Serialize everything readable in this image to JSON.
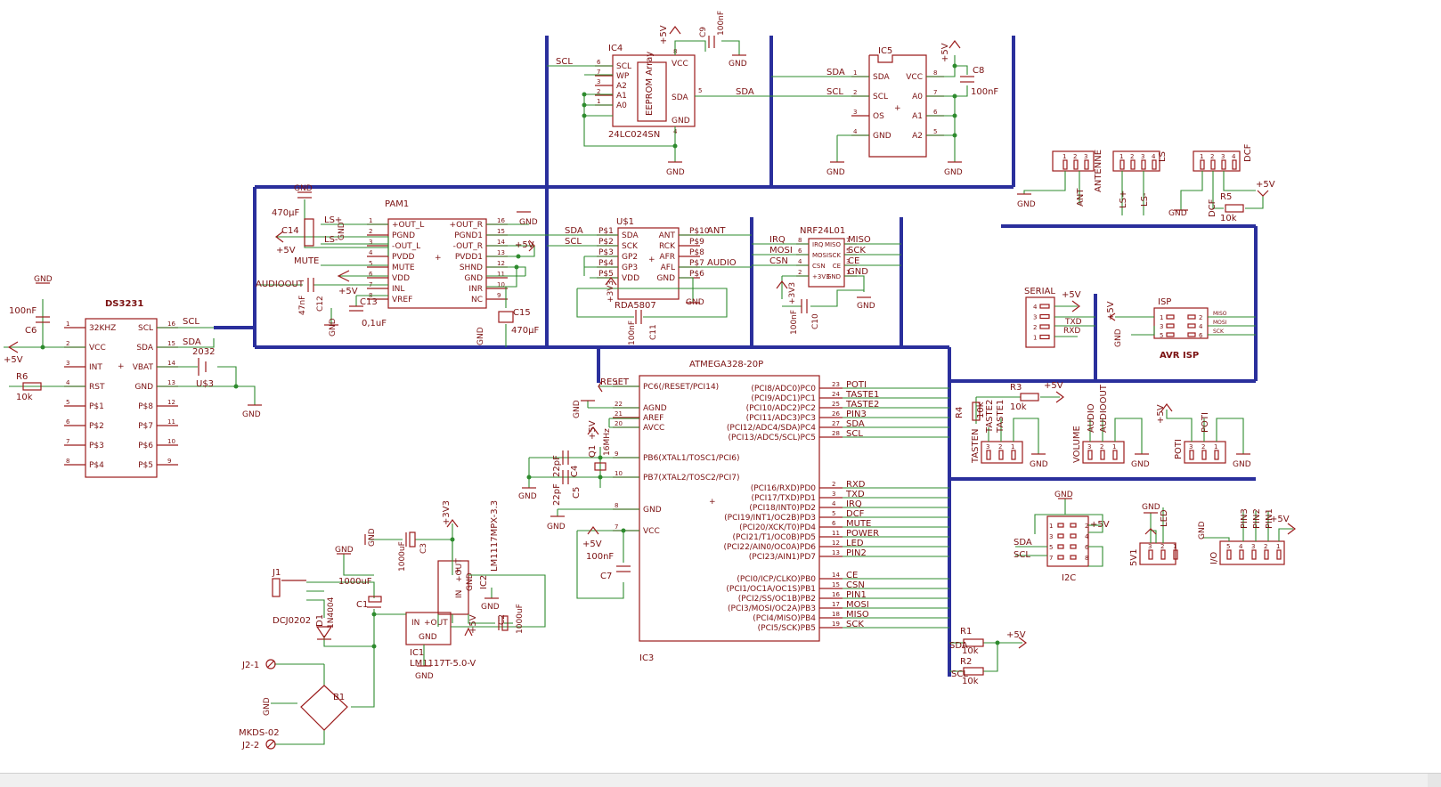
{
  "chips": {
    "ds3231": {
      "name": "DS3231",
      "left_pins": [
        {
          "n": "1",
          "l": "32KHZ"
        },
        {
          "n": "2",
          "l": "VCC"
        },
        {
          "n": "3",
          "l": "INT"
        },
        {
          "n": "4",
          "l": "RST"
        },
        {
          "n": "5",
          "l": "P$1"
        },
        {
          "n": "6",
          "l": "P$2"
        },
        {
          "n": "7",
          "l": "P$3"
        },
        {
          "n": "8",
          "l": "P$4"
        }
      ],
      "right_pins": [
        {
          "n": "16",
          "l": "SCL"
        },
        {
          "n": "15",
          "l": "SDA"
        },
        {
          "n": "14",
          "l": "VBAT"
        },
        {
          "n": "13",
          "l": "GND"
        },
        {
          "n": "12",
          "l": "P$8"
        },
        {
          "n": "11",
          "l": "P$7"
        },
        {
          "n": "10",
          "l": "P$6"
        },
        {
          "n": "9",
          "l": "P$5"
        }
      ]
    },
    "pam": {
      "name": "PAM1",
      "left_pins": [
        {
          "n": "1",
          "l": "+OUT_L"
        },
        {
          "n": "2",
          "l": "PGND"
        },
        {
          "n": "3",
          "l": "-OUT_L"
        },
        {
          "n": "4",
          "l": "PVDD"
        },
        {
          "n": "5",
          "l": "MUTE"
        },
        {
          "n": "6",
          "l": "VDD"
        },
        {
          "n": "7",
          "l": "INL"
        },
        {
          "n": "8",
          "l": "VREF"
        }
      ],
      "right_pins": [
        {
          "n": "16",
          "l": "+OUT_R"
        },
        {
          "n": "15",
          "l": "PGND1"
        },
        {
          "n": "14",
          "l": "-OUT_R"
        },
        {
          "n": "13",
          "l": "PVDD1"
        },
        {
          "n": "12",
          "l": "SHND"
        },
        {
          "n": "11",
          "l": "GND"
        },
        {
          "n": "10",
          "l": "INR"
        },
        {
          "n": "9",
          "l": "NC"
        }
      ]
    },
    "ic4": {
      "name": "IC4",
      "part": "24LC024SN",
      "inner": "EEPROM Array",
      "left_pins": [
        {
          "n": "6",
          "l": "SCL"
        },
        {
          "n": "7",
          "l": "WP"
        },
        {
          "n": "3",
          "l": "A2"
        },
        {
          "n": "2",
          "l": "A1"
        },
        {
          "n": "1",
          "l": "A0"
        }
      ],
      "vcc": "VCC",
      "sda": "SDA",
      "gnd": "GND",
      "vcc_pin": "8",
      "sda_pin": "5",
      "gnd_pin": "4"
    },
    "ic5": {
      "name": "IC5",
      "left_pins": [
        {
          "n": "1",
          "l": "SDA"
        },
        {
          "n": "2",
          "l": "SCL"
        },
        {
          "n": "3",
          "l": "OS"
        },
        {
          "n": "4",
          "l": "GND"
        }
      ],
      "right_pins": [
        {
          "n": "8",
          "l": "VCC"
        },
        {
          "n": "7",
          "l": "A0"
        },
        {
          "n": "6",
          "l": "A1"
        },
        {
          "n": "5",
          "l": "A2"
        }
      ]
    },
    "rda": {
      "name": "U$1",
      "part": "RDA5807",
      "left_pins": [
        {
          "n": "P$1",
          "l": "SDA"
        },
        {
          "n": "P$2",
          "l": "SCK"
        },
        {
          "n": "P$3",
          "l": "GP2"
        },
        {
          "n": "P$4",
          "l": "GP3"
        },
        {
          "n": "P$5",
          "l": "VDD"
        }
      ],
      "right_pins": [
        {
          "n": "P$10",
          "l": "ANT"
        },
        {
          "n": "P$9",
          "l": "RCK"
        },
        {
          "n": "P$8",
          "l": "AFR"
        },
        {
          "n": "P$7",
          "l": "AFL"
        },
        {
          "n": "P$6",
          "l": "GND"
        }
      ]
    },
    "nrf": {
      "name": "NRF24L01",
      "left": [
        {
          "n": "8",
          "l": "IRQ"
        },
        {
          "n": "6",
          "l": "MOSI"
        },
        {
          "n": "4",
          "l": "CSN"
        },
        {
          "n": "2",
          "l": "+3V3"
        }
      ],
      "right": [
        {
          "n": "7",
          "l": "MISO"
        },
        {
          "n": "5",
          "l": "SCK"
        },
        {
          "n": "3",
          "l": "CE"
        },
        {
          "n": "1",
          "l": "GND"
        }
      ]
    },
    "atmega": {
      "name": "ATMEGA328-20P",
      "ref": "IC3",
      "left_pins": [
        {
          "n": "1",
          "l": "PC6(/RESET/PCI14)"
        },
        {
          "n": "22",
          "l": "AGND"
        },
        {
          "n": "21",
          "l": "AREF"
        },
        {
          "n": "20",
          "l": "AVCC"
        },
        {
          "n": "9",
          "l": "PB6(XTAL1/TOSC1/PCI6)"
        },
        {
          "n": "10",
          "l": "PB7(XTAL2/TOSC2/PCI7)"
        },
        {
          "n": "8",
          "l": "GND"
        },
        {
          "n": "7",
          "l": "VCC"
        }
      ],
      "right_pins": [
        {
          "n": "23",
          "l": "(PCI8/ADC0)PC0",
          "net": "POTI"
        },
        {
          "n": "24",
          "l": "(PCI9/ADC1)PC1",
          "net": "TASTE1"
        },
        {
          "n": "25",
          "l": "(PCI10/ADC2)PC2",
          "net": "TASTE2"
        },
        {
          "n": "26",
          "l": "(PCI11/ADC3)PC3",
          "net": "PIN3"
        },
        {
          "n": "27",
          "l": "(PCI12/ADC4/SDA)PC4",
          "net": "SDA"
        },
        {
          "n": "28",
          "l": "(PCI13/ADC5/SCL)PC5",
          "net": "SCL"
        },
        {
          "n": "2",
          "l": "(PCI16/RXD)PD0",
          "net": "RXD"
        },
        {
          "n": "3",
          "l": "(PCI17/TXD)PD1",
          "net": "TXD"
        },
        {
          "n": "4",
          "l": "(PCI18/INT0)PD2",
          "net": "IRQ"
        },
        {
          "n": "5",
          "l": "(PCI19/INT1/OC2B)PD3",
          "net": "DCF"
        },
        {
          "n": "6",
          "l": "(PCI20/XCK/T0)PD4",
          "net": "MUTE"
        },
        {
          "n": "11",
          "l": "(PCI21/T1/OC0B)PD5",
          "net": "POWER"
        },
        {
          "n": "12",
          "l": "(PCI22/AIN0/OC0A)PD6",
          "net": "LED"
        },
        {
          "n": "13",
          "l": "(PCI23/AIN1)PD7",
          "net": "PIN2"
        },
        {
          "n": "14",
          "l": "(PCI0/ICP/CLKO)PB0",
          "net": "CE"
        },
        {
          "n": "15",
          "l": "(PCI1/OC1A/OC1S)PB1",
          "net": "CSN"
        },
        {
          "n": "16",
          "l": "(PCI2/SS/OC1B)PB2",
          "net": "PIN1"
        },
        {
          "n": "17",
          "l": "(PCI3/MOSI/OC2A)PB3",
          "net": "MOSI"
        },
        {
          "n": "18",
          "l": "(PCI4/MISO)PB4",
          "net": "MISO"
        },
        {
          "n": "19",
          "l": "(PCI5/SCK)PB5",
          "net": "SCK"
        }
      ]
    },
    "ic1": {
      "name": "IC1",
      "part": "LM1117T-5.0-V",
      "in": "IN",
      "out": "+OUT",
      "gnd": "GND"
    },
    "ic2": {
      "name": "IC2",
      "part": "LM1117MPX-3.3",
      "in": "IN",
      "out": "+OUT",
      "gnd": "GND"
    }
  },
  "caps": {
    "c6": {
      "ref": "C6",
      "val": "100nF"
    },
    "c14": {
      "ref": "C14",
      "val": "470µF"
    },
    "c12": {
      "ref": "C12",
      "val": "47nF"
    },
    "c13": {
      "ref": "C13",
      "val": "0,1uF"
    },
    "c15": {
      "ref": "C15",
      "val": "470µF"
    },
    "c9": {
      "ref": "C9",
      "val": "100nF"
    },
    "c8": {
      "ref": "C8",
      "val": "100nF"
    },
    "c11": {
      "ref": "C11",
      "val": "100nF"
    },
    "c10": {
      "ref": "C10",
      "val": "100nF"
    },
    "c4": {
      "ref": "C4",
      "val": "22pF"
    },
    "c5": {
      "ref": "C5",
      "val": "22pF"
    },
    "c7": {
      "ref": "C7",
      "val": "100nF"
    },
    "c3": {
      "ref": "C3",
      "val": "1000uF"
    },
    "c1": {
      "ref": "C1",
      "val": "1000uF"
    },
    "c2": {
      "ref": "C2",
      "val": "1000uF"
    }
  },
  "resistors": {
    "r6": {
      "ref": "R6",
      "val": "10k"
    },
    "r5": {
      "ref": "R5",
      "val": "10k"
    },
    "r3": {
      "ref": "R3",
      "val": "10k"
    },
    "r4": {
      "ref": "R4",
      "val": "10k"
    },
    "r1": {
      "ref": "R1",
      "val": "10k"
    },
    "r2": {
      "ref": "R2",
      "val": "10k"
    }
  },
  "misc": {
    "battery": "2032",
    "battery_ref": "U$3",
    "crystal": "Q1",
    "crystal_val": "16MHz",
    "diode": "D1",
    "diode_part": "1N4004",
    "bridge": "B1",
    "jack": "J1",
    "jack_part": "DCJ0202",
    "j21": "J2-1",
    "j22": "J2-2",
    "mkds": "MKDS-02"
  },
  "headers": {
    "antenne": {
      "ref": "ANTENNE",
      "pin": "ANT",
      "pins": [
        "1",
        "2",
        "3"
      ]
    },
    "ls": {
      "ref": "LS",
      "pins": [
        "1",
        "2",
        "3",
        "4"
      ],
      "nets": [
        "LS+",
        "LS-"
      ]
    },
    "dcf": {
      "ref": "DCF",
      "pin": "DCF",
      "pins": [
        "1",
        "2",
        "3",
        "4"
      ]
    },
    "serial": {
      "ref": "SERIAL",
      "pins": [
        "4",
        "3",
        "2",
        "1"
      ],
      "nets": [
        "TXD",
        "RXD"
      ]
    },
    "isp": {
      "ref": "ISP",
      "label": "AVR ISP",
      "pins": [
        "1",
        "2",
        "3",
        "4",
        "5",
        "6"
      ],
      "nets": [
        "MISO",
        "MOSI",
        "SCK"
      ]
    },
    "tasten": {
      "ref": "TASTEN",
      "pins": [
        "3",
        "2",
        "1"
      ],
      "nets": [
        "TASTE2",
        "TASTE1"
      ]
    },
    "volume": {
      "ref": "VOLUME",
      "pins": [
        "3",
        "2",
        "1"
      ],
      "nets": [
        "AUDIO",
        "AUDIOOUT"
      ]
    },
    "poti": {
      "ref": "POTI",
      "pins": [
        "3",
        "2",
        "1"
      ],
      "net": "POTI"
    },
    "i2c": {
      "ref": "I2C",
      "pins": [
        "1",
        "2",
        "3",
        "4",
        "5",
        "6",
        "7",
        "8"
      ],
      "nets": [
        "SDA",
        "SCL"
      ]
    },
    "5v1": {
      "ref": "5V1",
      "net": "LED",
      "pins": [
        "3",
        "2",
        "1"
      ]
    },
    "io": {
      "ref": "I/O",
      "pins": [
        "5",
        "4",
        "3",
        "2",
        "1"
      ],
      "nets": [
        "PIN3",
        "PIN2",
        "PIN1"
      ]
    }
  },
  "nets": {
    "gnd": "GND",
    "p5v": "+5V",
    "p3v3": "+3V3",
    "scl": "SCL",
    "sda": "SDA",
    "mute": "MUTE",
    "audioout": "AUDIOOUT",
    "audio": "AUDIO",
    "ant": "ANT",
    "ls_p": "LS+",
    "ls_m": "LS-",
    "reset": "RESET",
    "irq": "IRQ",
    "mosi": "MOSI",
    "csn": "CSN",
    "miso": "MISO",
    "sck": "SCK",
    "ce": "CE",
    "txd": "TXD",
    "rxd": "RXD",
    "dcf": "DCF",
    "led": "LED",
    "taste1": "TASTE1",
    "taste2": "TASTE2",
    "poti": "POTI"
  }
}
